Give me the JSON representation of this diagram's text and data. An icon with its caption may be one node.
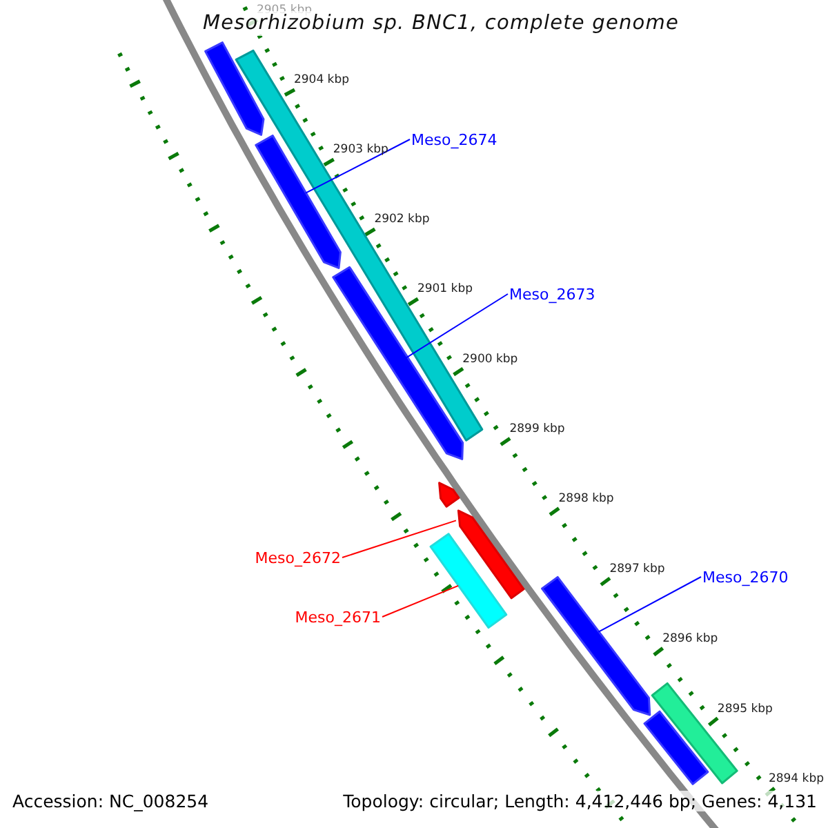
{
  "diagram": {
    "title": "Mesorhizobium sp. BNC1, complete genome",
    "nodes": [
      {
        "text": [
          "Meso_2674"
        ]
      },
      {
        "text": [],
        "shape": "bar"
      },
      {
        "text": [
          "Meso_2673"
        ]
      },
      {
        "text": [],
        "shape": "bar"
      },
      {
        "text": [
          "Meso_2672"
        ]
      },
      {
        "text": [],
        "shape": "bar"
      },
      {
        "text": [
          "Meso_2671"
        ]
      },
      {
        "text": [],
        "shape": "bar"
      },
      {
        "text": [
          "Meso_2670"
        ]
      },
      {
        "text": [],
        "shape": "bar"
      },
      {
        "text": [],
        "shape": "bar"
      },
      {
        "text": [],
        "shape": "bar"
      },
      {
        "text": [],
        "shape": "bar"
      },
      {
        "text": [],
        "shape": "bar"
      },
      {
        "text": [],
        "shape": "bar"
      }
    ],
    "edges": [
      {
        "from": 0,
        "to": 1,
        "arrow": "none"
      },
      {
        "from": 2,
        "to": 3,
        "arrow": "none"
      },
      {
        "from": 4,
        "to": 5,
        "arrow": "none",
        "color": "#ff0000"
      },
      {
        "from": 6,
        "to": 7,
        "arrow": "none",
        "color": "#ff0000"
      },
      {
        "from": 8,
        "to": 9,
        "arrow": "none"
      }
    ],
    "labels": [
      "2905 kbp",
      "2904 kbp",
      "2903 kbp",
      "2902 kbp",
      "2901 kbp",
      "2900 kbp",
      "2899 kbp",
      "2898 kbp",
      "2897 kbp",
      "2896 kbp",
      "2895 kbp",
      "2894 kbp",
      "Accession: NC_008254",
      "Topology: circular; Length: 4,412,446 bp; Genes: 4,131"
    ]
  }
}
